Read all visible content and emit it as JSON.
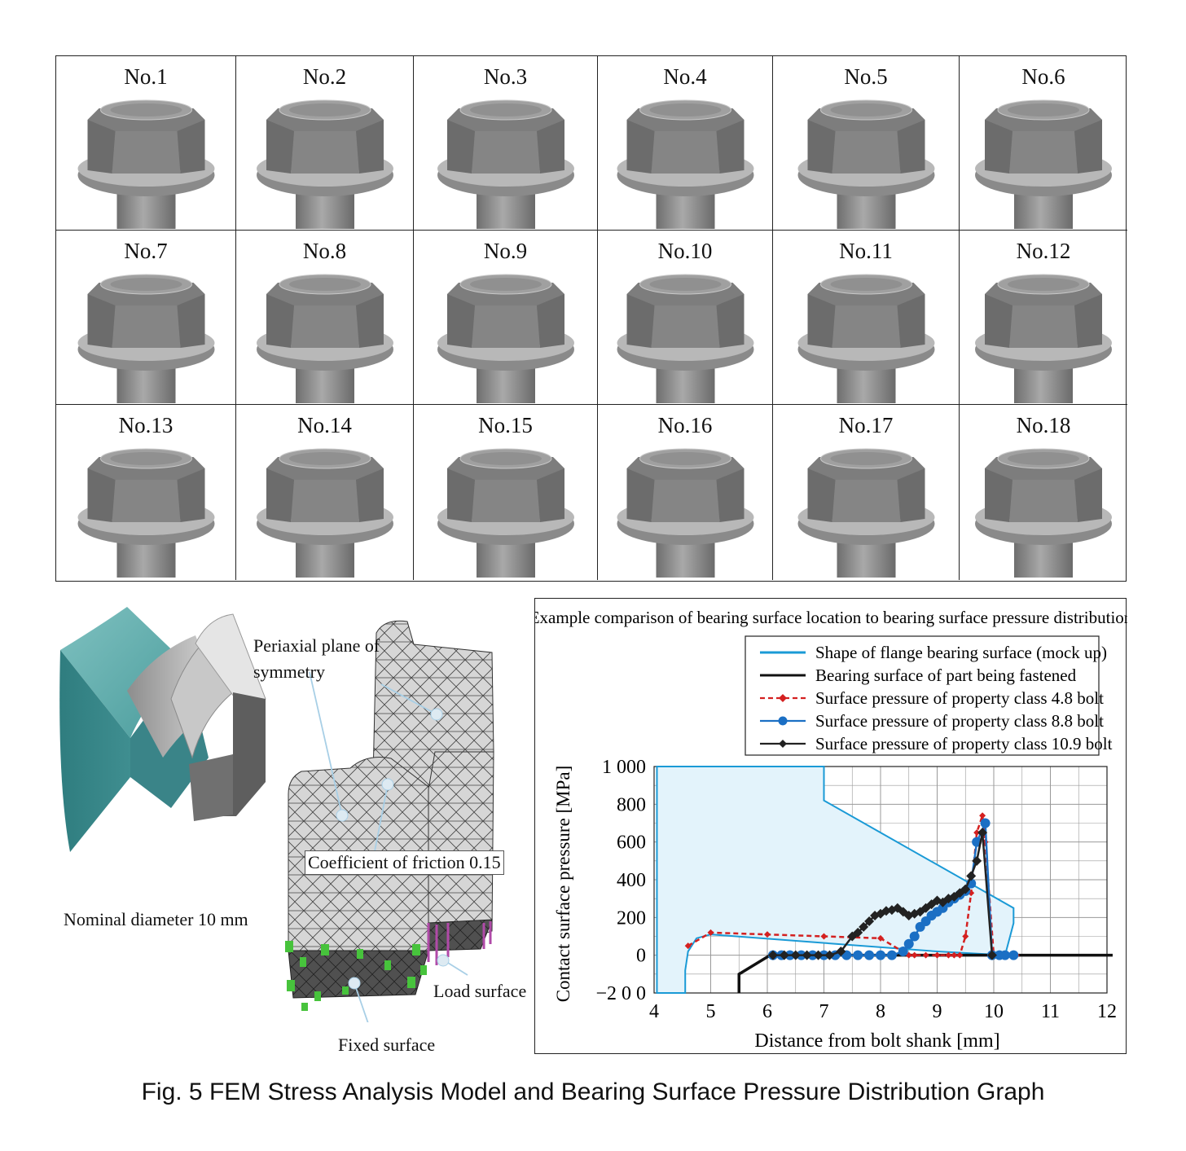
{
  "nut_grid": {
    "labels": [
      "No.1",
      "No.2",
      "No.3",
      "No.4",
      "No.5",
      "No.6",
      "No.7",
      "No.8",
      "No.9",
      "No.10",
      "No.11",
      "No.12",
      "No.13",
      "No.14",
      "No.15",
      "No.16",
      "No.17",
      "No.18"
    ]
  },
  "fem_model": {
    "nominal_diameter": "Nominal diameter 10 mm",
    "periaxial_line1": "Periaxial plane of",
    "periaxial_line2": "symmetry",
    "friction": "Coefficient of friction 0.15",
    "load_surface": "Load surface",
    "fixed_surface": "Fixed surface"
  },
  "chart_data": {
    "type": "line",
    "title": "Example comparison of bearing surface location to bearing surface pressure distribution",
    "xlabel": "Distance from bolt shank [mm]",
    "ylabel": "Contact surface pressure [MPa]",
    "xlim": [
      4,
      12
    ],
    "ylim": [
      -200,
      1000
    ],
    "x_ticks": [
      "4",
      "5",
      "6",
      "7",
      "8",
      "9",
      "10",
      "11",
      "12"
    ],
    "y_ticks": [
      "−2 0 0",
      "0",
      "200",
      "400",
      "600",
      "800",
      "1 000"
    ],
    "y_tick_values": [
      -200,
      0,
      200,
      400,
      600,
      800,
      1000
    ],
    "grid": true,
    "legend_position": "top-right",
    "series": [
      {
        "name": "Shape of flange bearing surface (mock up)",
        "color": "#1a9ad6",
        "style": "solid",
        "marker": "none",
        "fill": "#e3f3fb",
        "x": [
          4.05,
          4.05,
          7.0,
          7.0,
          10.35,
          10.35,
          10.2,
          9.0,
          5.0,
          4.75,
          4.6,
          4.55,
          4.55
        ],
        "y": [
          -200,
          1000,
          1000,
          820,
          250,
          170,
          0,
          20,
          110,
          90,
          20,
          -80,
          -200
        ]
      },
      {
        "name": "Bearing surface of part being fastened",
        "color": "#111111",
        "style": "solid",
        "marker": "none",
        "x": [
          5.5,
          5.5,
          6.05,
          9.95,
          12.1
        ],
        "y": [
          -200,
          -100,
          0,
          0,
          0
        ]
      },
      {
        "name": "Surface pressure of property class 4.8 bolt",
        "color": "#d42020",
        "style": "dashed",
        "marker": "diamond",
        "x": [
          4.6,
          5.0,
          6.0,
          7.0,
          8.0,
          8.5,
          8.6,
          8.8,
          9.0,
          9.2,
          9.3,
          9.4,
          9.5,
          9.6,
          9.7,
          9.8,
          9.85,
          10.0,
          10.4
        ],
        "y": [
          50,
          120,
          110,
          100,
          90,
          0,
          0,
          0,
          0,
          0,
          0,
          0,
          100,
          330,
          650,
          740,
          600,
          0,
          0
        ]
      },
      {
        "name": "Surface pressure of property class 8.8 bolt",
        "color": "#1b6fc4",
        "style": "solid",
        "marker": "circle",
        "x": [
          6.1,
          6.25,
          6.4,
          6.6,
          6.8,
          7.0,
          7.2,
          7.4,
          7.6,
          7.8,
          8.0,
          8.2,
          8.4,
          8.5,
          8.6,
          8.7,
          8.8,
          8.9,
          9.0,
          9.1,
          9.2,
          9.3,
          9.4,
          9.5,
          9.6,
          9.7,
          9.85,
          9.97,
          10.1,
          10.2,
          10.35
        ],
        "y": [
          0,
          0,
          0,
          0,
          0,
          0,
          0,
          0,
          0,
          0,
          0,
          0,
          20,
          60,
          100,
          150,
          180,
          210,
          230,
          250,
          280,
          300,
          320,
          340,
          380,
          600,
          700,
          0,
          0,
          0,
          0
        ]
      },
      {
        "name": "Surface pressure of property class 10.9 bolt",
        "color": "#222222",
        "style": "solid",
        "marker": "diamond",
        "x": [
          6.1,
          6.3,
          6.5,
          6.7,
          6.9,
          7.1,
          7.3,
          7.5,
          7.6,
          7.7,
          7.8,
          7.9,
          8.0,
          8.1,
          8.2,
          8.3,
          8.4,
          8.5,
          8.6,
          8.7,
          8.8,
          8.9,
          9.0,
          9.1,
          9.2,
          9.3,
          9.4,
          9.5,
          9.6,
          9.7,
          9.8,
          9.97
        ],
        "y": [
          0,
          0,
          0,
          0,
          0,
          0,
          20,
          100,
          120,
          150,
          180,
          210,
          220,
          235,
          240,
          250,
          230,
          210,
          220,
          230,
          250,
          270,
          290,
          280,
          300,
          310,
          330,
          350,
          420,
          500,
          650,
          0
        ]
      }
    ]
  },
  "caption": "Fig. 5  FEM Stress Analysis Model and Bearing Surface Pressure Distribution Graph"
}
